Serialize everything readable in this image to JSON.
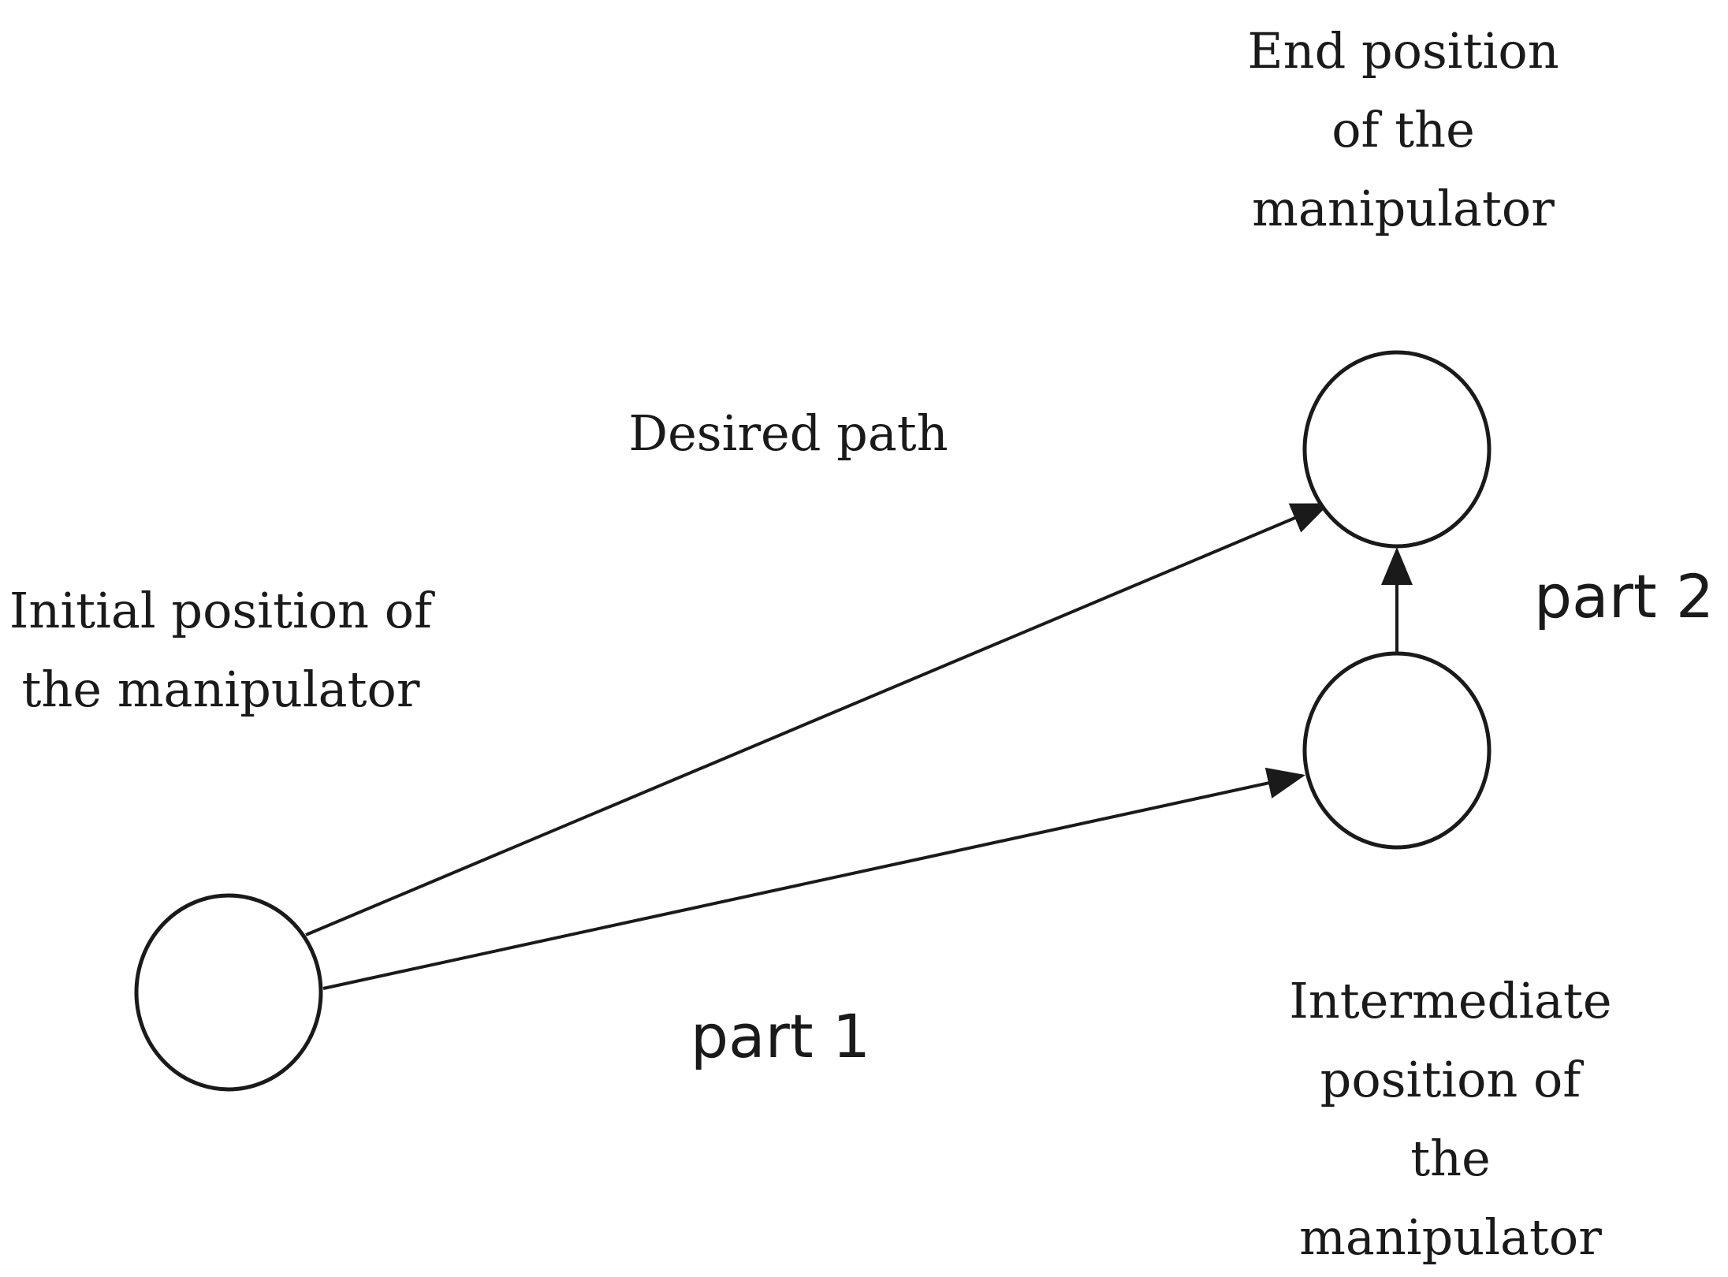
{
  "labels": {
    "end_position": [
      "End position",
      "of the",
      "manipulator"
    ],
    "desired_path": "Desired path",
    "initial_position": [
      "Initial position of",
      "the manipulator"
    ],
    "intermediate_position": [
      "Intermediate",
      "position of",
      "the",
      "manipulator"
    ],
    "part1": "part 1",
    "part2": "part 2"
  },
  "colors": {
    "stroke": "#1a1a1a",
    "node_fill": "#ffffff"
  }
}
